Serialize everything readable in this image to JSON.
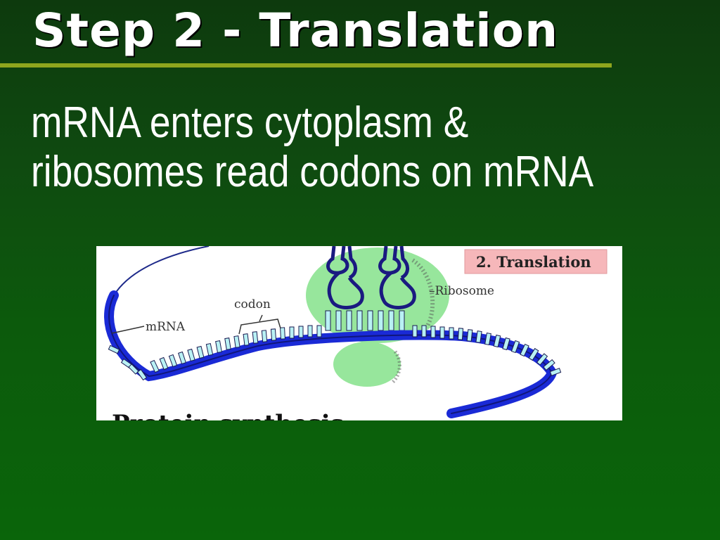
{
  "slide": {
    "title": "Step 2 - Translation",
    "lines": [
      "mRNA enters cytoplasm &",
      "ribosomes read codons on mRNA"
    ]
  },
  "diagram": {
    "badge": "2. Translation",
    "labels": {
      "ribosome": "–Ribosome",
      "codon": "codon",
      "mrna": "mRNA",
      "bottom_caption": "Protein synthesis"
    }
  },
  "colors": {
    "mrna_backbone": "#1a2ad6",
    "bases": "#b9f1f4",
    "ribosome": "#97e69c",
    "badge_bg": "#f6b7ba",
    "title_rule": "#8fa51d"
  }
}
